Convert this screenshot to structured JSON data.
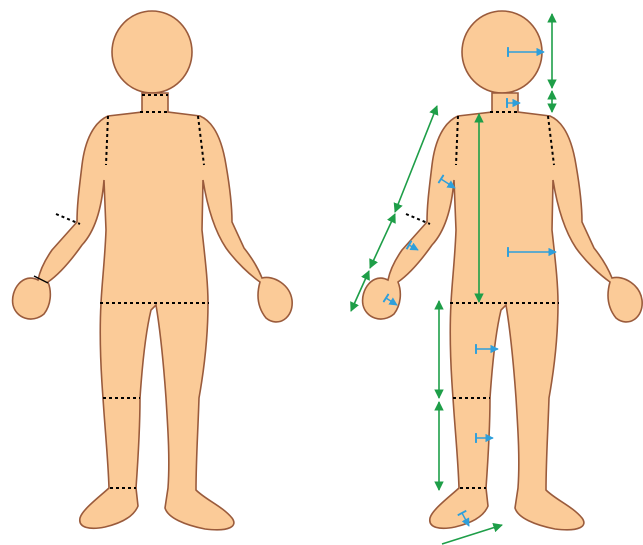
{
  "figure": {
    "figures": [
      {
        "id": "plain-body",
        "role": "body outline with segment boundaries"
      },
      {
        "id": "measured-body",
        "role": "body outline with segment boundaries and measurement arrows"
      }
    ],
    "segments": [
      "head",
      "neck",
      "torso",
      "upper-arm",
      "forearm",
      "hand",
      "thigh",
      "shank",
      "foot"
    ],
    "colors": {
      "skin_fill": "#FBCB98",
      "outline": "#9A5B3C",
      "boundary_line": "#000000",
      "length_arrow": "#1E9E48",
      "radius_arrow": "#2E9FDB",
      "background": "#FFFFFF"
    },
    "annotations": {
      "length_arrows": [
        "head-length",
        "neck-length",
        "torso-length",
        "upper-arm-length",
        "forearm-length",
        "hand-length",
        "thigh-length",
        "shank-length",
        "foot-length"
      ],
      "radius_arrows": [
        "head-radius",
        "neck-radius",
        "torso-radius",
        "upper-arm-radius",
        "forearm-radius",
        "hand-radius",
        "thigh-radius",
        "shank-radius",
        "foot-radius"
      ]
    }
  }
}
